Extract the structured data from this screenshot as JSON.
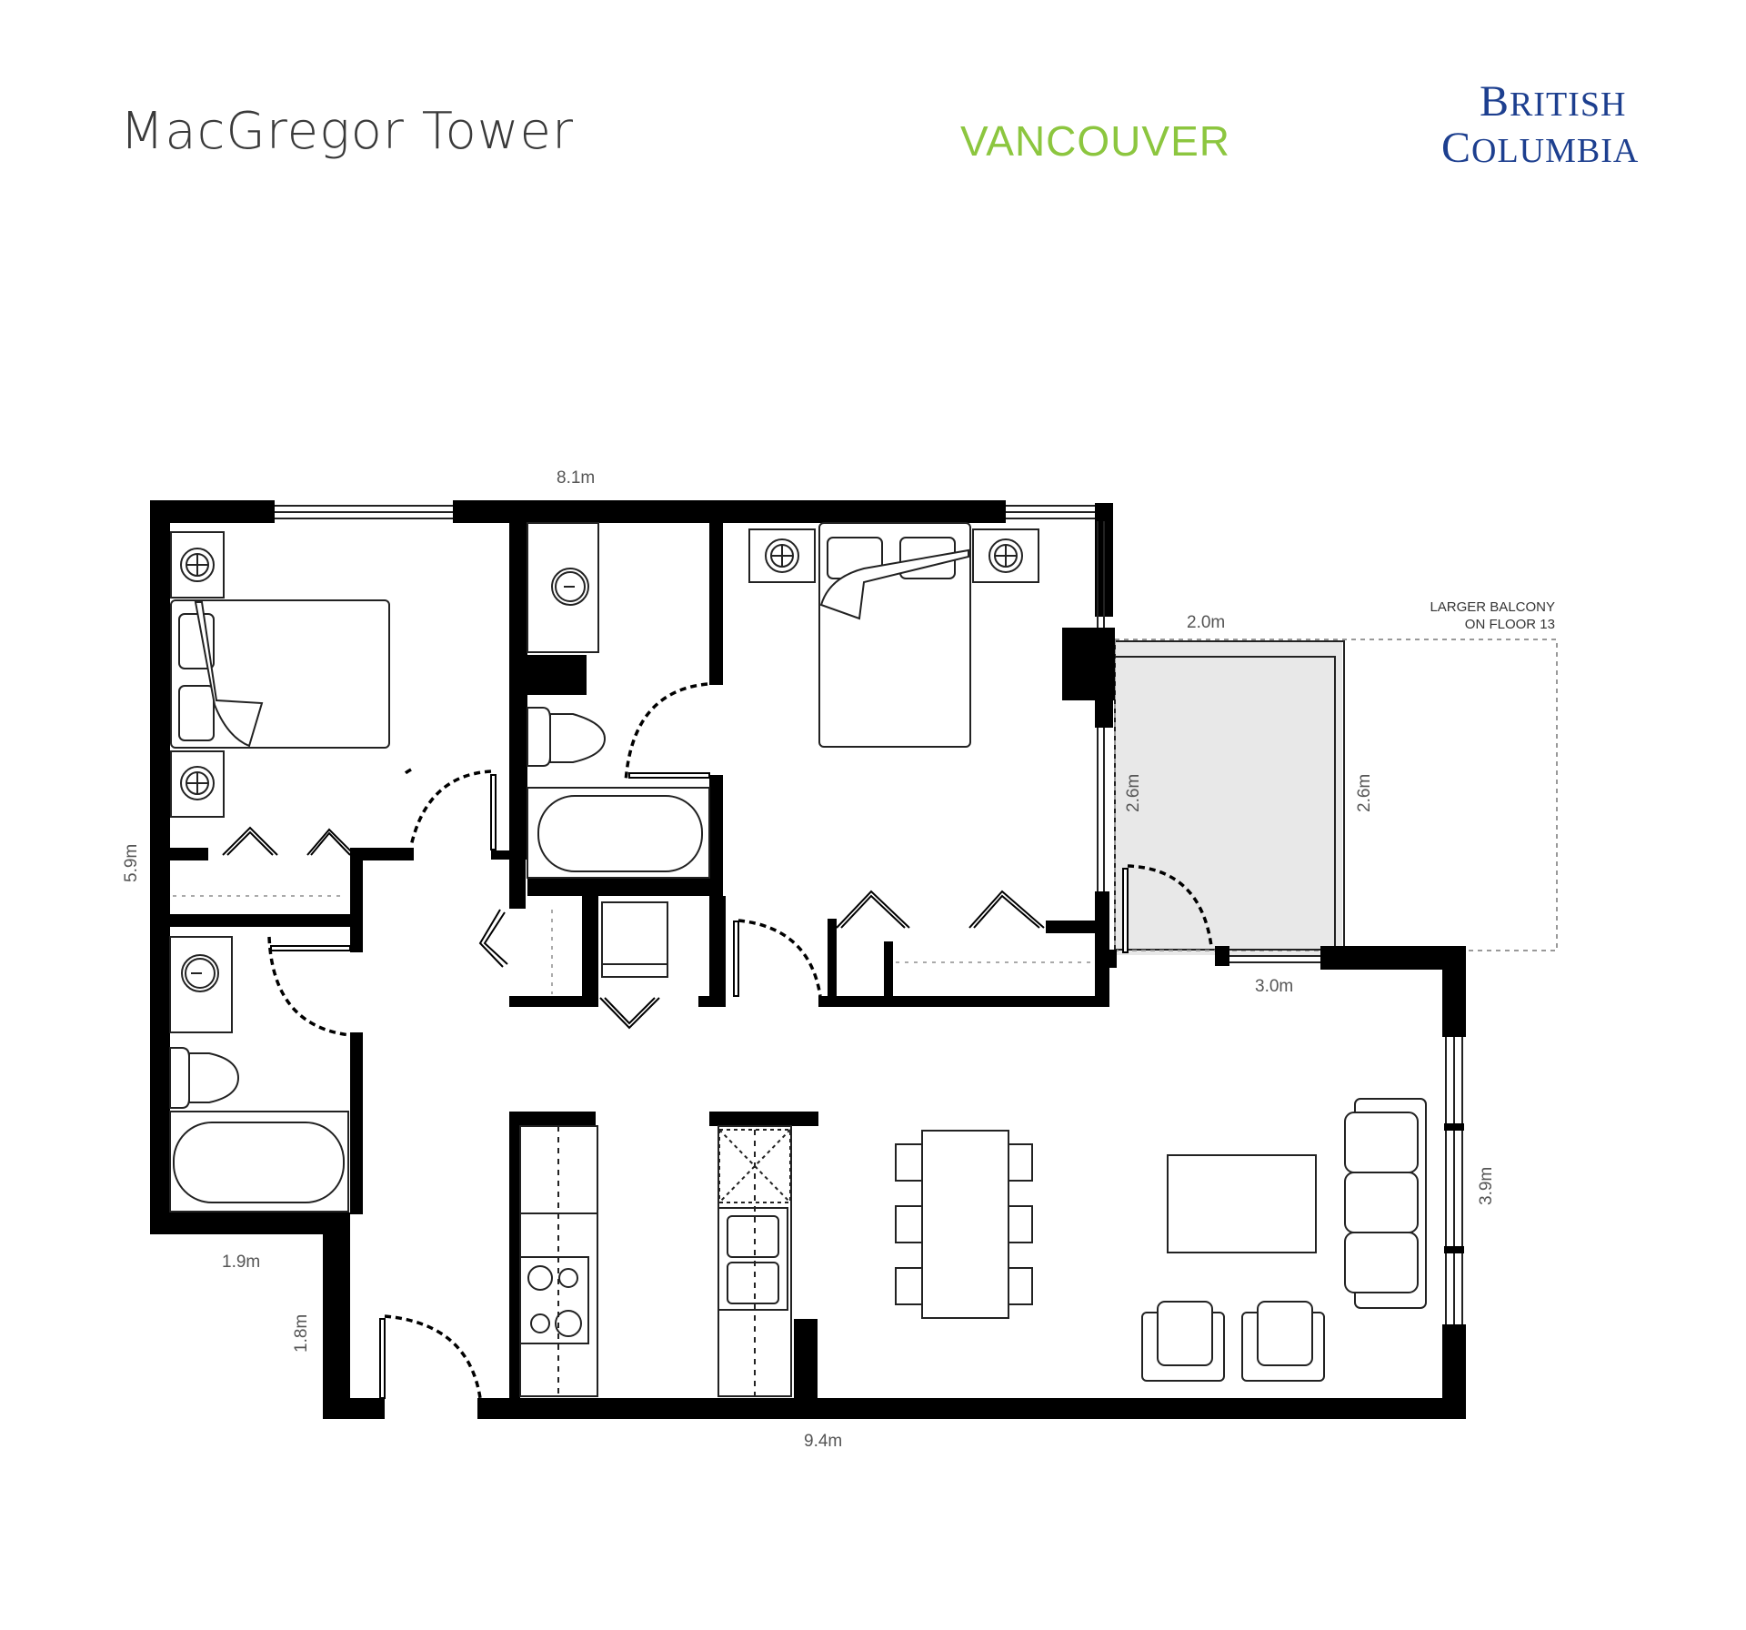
{
  "header": {
    "building_name": "MacGregor Tower",
    "city": "VANCOUVER",
    "province_logo_line1": "British",
    "province_logo_line2": "Columbia"
  },
  "colors": {
    "city": "#8cc63f",
    "logo": "#1d3f8f",
    "walls": "#000000",
    "balcony_fill": "#e8e8e8",
    "dimension_text": "#555555"
  },
  "floorplan": {
    "dimensions": {
      "top_width": "8.1m",
      "left_height": "5.9m",
      "bottom_width": "9.4m",
      "entry_width": "1.9m",
      "entry_height": "1.8m",
      "balcony_width": "2.0m",
      "balcony_depth_inner": "2.6m",
      "balcony_depth_outer": "2.6m",
      "living_top": "3.0m",
      "living_right": "3.9m"
    },
    "balcony_note_line1": "LARGER BALCONY",
    "balcony_note_line2": "ON FLOOR 13",
    "rooms": [
      "bedroom-2",
      "bathroom-ensuite",
      "master-bedroom",
      "bathroom-main",
      "closets",
      "laundry",
      "kitchen",
      "dining",
      "living",
      "balcony",
      "entry"
    ]
  }
}
